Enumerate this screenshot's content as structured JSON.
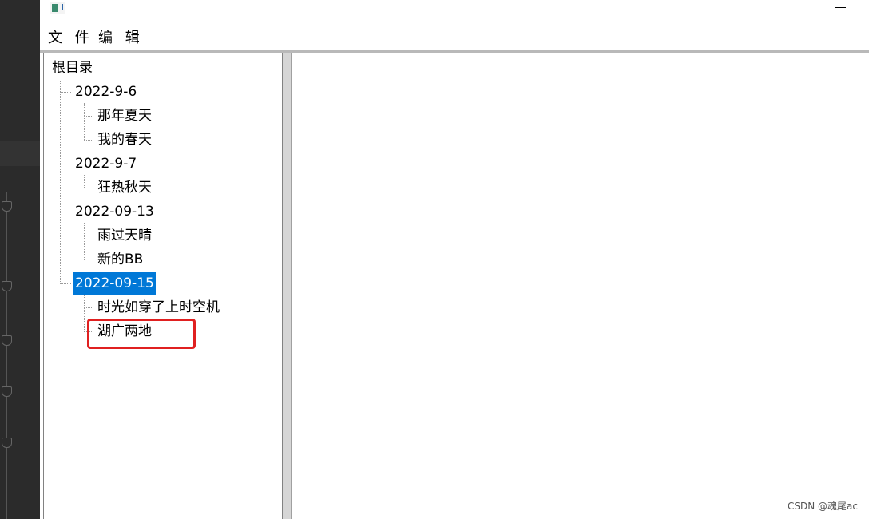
{
  "menu": {
    "file": "文 件",
    "edit": "编 辑"
  },
  "tree": {
    "root": "根目录",
    "groups": [
      {
        "date": "2022-9-6",
        "items": [
          "那年夏天",
          "我的春天"
        ]
      },
      {
        "date": "2022-9-7",
        "items": [
          "狂热秋天"
        ]
      },
      {
        "date": "2022-09-13",
        "items": [
          "雨过天晴",
          "新的BB"
        ]
      },
      {
        "date": "2022-09-15",
        "items": [
          "时光如穿了上时空机",
          "湖广两地"
        ]
      }
    ],
    "selected": "2022-09-15"
  },
  "colors": {
    "selection": "#0078d7",
    "highlight_box": "#e02020"
  },
  "icons": {
    "app": "app-icon",
    "minimize": "minimize-icon"
  },
  "watermark": "CSDN @魂尾ac"
}
